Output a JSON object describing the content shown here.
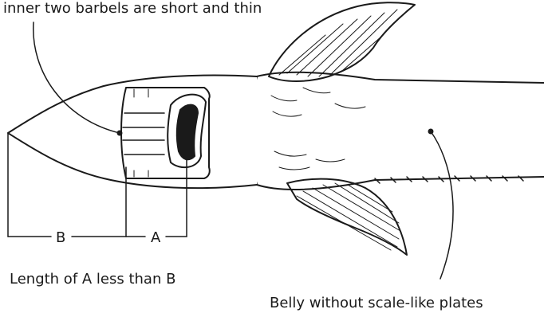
{
  "annotations": {
    "barbels_note": "inner two barbels are short and thin",
    "measure_b": "B",
    "measure_a": "A",
    "length_note": "Length of A less than B",
    "belly_note": "Belly without scale-like plates"
  },
  "colors": {
    "ink": "#1a1a1a",
    "background": "#ffffff"
  }
}
